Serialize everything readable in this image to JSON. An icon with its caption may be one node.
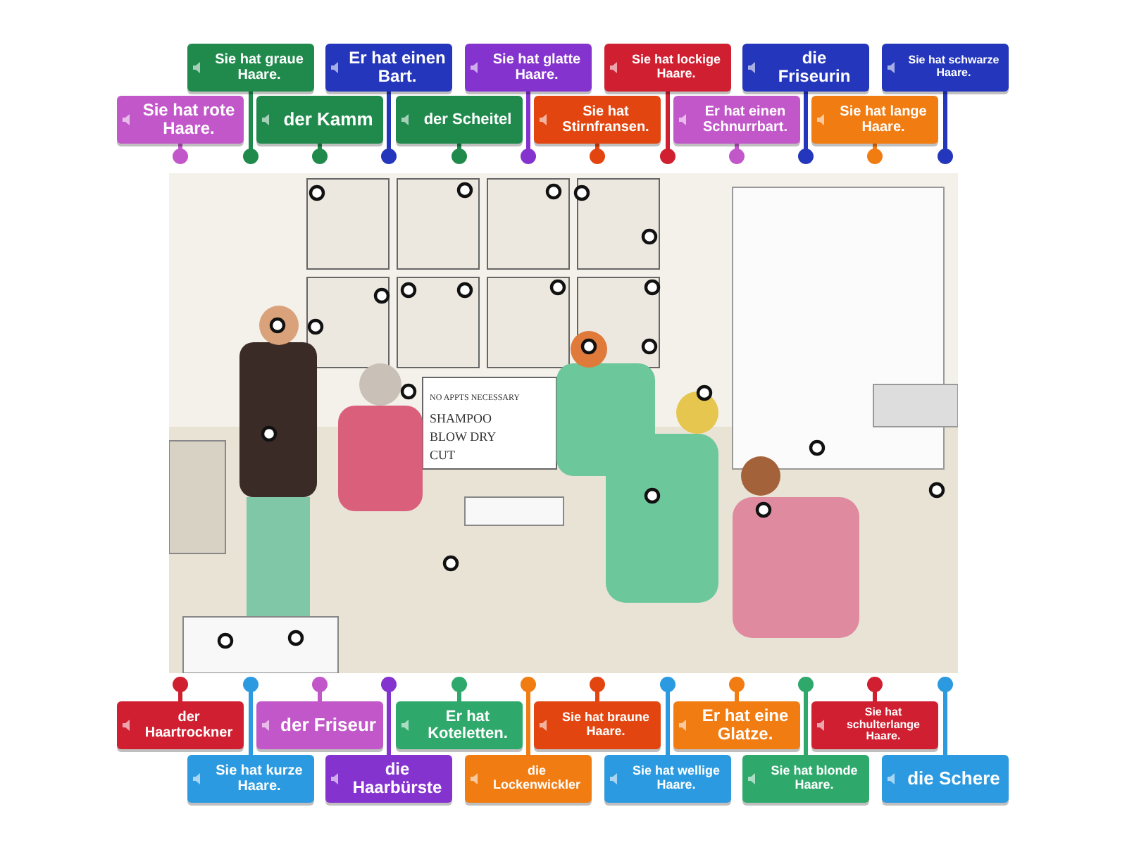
{
  "diagram": {
    "nodes": [
      {
        "text": [
          "Sie hat rote Haare."
        ]
      },
      {
        "text": [
          "Sie hat graue Haare."
        ]
      },
      {
        "text": [
          "der Kamm"
        ]
      },
      {
        "text": [
          "Er hat einen Bart."
        ]
      },
      {
        "text": [
          "der Scheitel"
        ]
      },
      {
        "text": [
          "Sie hat glatte Haare."
        ]
      },
      {
        "text": [
          "Sie hat Stirnfransen."
        ]
      },
      {
        "text": [
          "Sie hat lockige Haare."
        ]
      },
      {
        "text": [
          "Er hat einen Schnurrbart."
        ]
      },
      {
        "text": [
          "die Friseurin"
        ]
      },
      {
        "text": [
          "Sie hat lange Haare."
        ]
      },
      {
        "text": [
          "Sie hat schwarze Haare."
        ]
      },
      {
        "text": [],
        "shape": "picture"
      },
      {
        "text": [
          "der Haartrockner"
        ]
      },
      {
        "text": [
          "Sie hat kurze Haare."
        ]
      },
      {
        "text": [
          "der Friseur"
        ]
      },
      {
        "text": [
          "die Haarbürste"
        ]
      },
      {
        "text": [
          "Er hat Koteletten."
        ]
      },
      {
        "text": [
          "die Lockenwickler"
        ]
      },
      {
        "text": [
          "Sie hat braune Haare."
        ]
      },
      {
        "text": [
          "Sie hat wellige Haare."
        ]
      },
      {
        "text": [
          "Er hat eine Glatze."
        ]
      },
      {
        "text": [
          "Sie hat blonde Haare."
        ]
      },
      {
        "text": [
          "Sie hat schulterlange Haare."
        ]
      },
      {
        "text": [
          "die Schere"
        ]
      }
    ],
    "edges": [],
    "labels": [
      "NO APPTS NECESSARY",
      "SHAMPOO",
      "BLOW DRY",
      "CUT"
    ]
  }
}
